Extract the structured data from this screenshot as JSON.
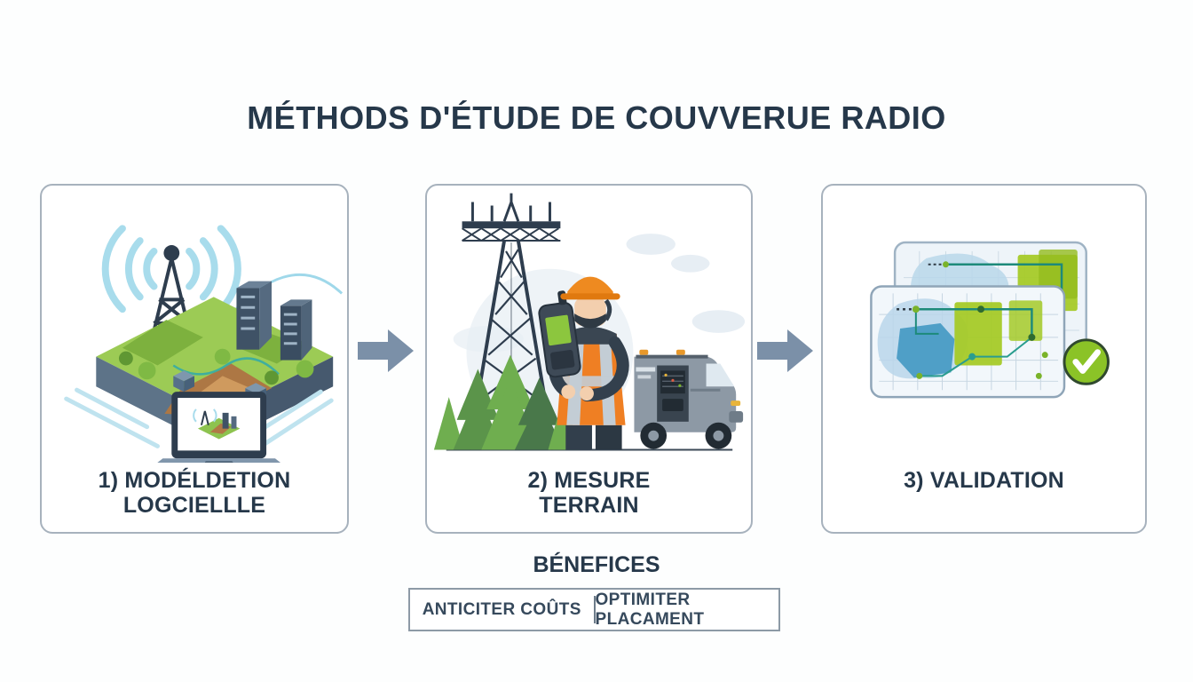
{
  "title": "MÉTHODS D'ÉTUDE DE COUVVERUE RADIO",
  "steps": [
    {
      "name": "modelisation-logicielle",
      "caption_lines": [
        "1) MODÉLDETION",
        "LOGCIELLLE"
      ],
      "illustration": "radio-tower-over-3d-terrain-with-laptop"
    },
    {
      "name": "mesure-terrain",
      "caption_lines": [
        "2) MESURE",
        "TERRAIN"
      ],
      "illustration": "technician-with-handheld-meter-tower-and-service-van"
    },
    {
      "name": "validation",
      "caption_lines": [
        "3) VALIDATION",
        ""
      ],
      "illustration": "coverage-map-cards-with-green-checkmark"
    }
  ],
  "benefits": {
    "heading": "BÉNEFICES",
    "items": [
      {
        "label": "ANTICITER COÛTS"
      },
      {
        "label": "OPTIMITER PLACAMENT"
      }
    ]
  },
  "icons": {
    "arrow_right": "➔",
    "check": "✓",
    "wifi_waves": "signal-arcs",
    "radio_tower": "lattice-mast",
    "laptop": "laptop",
    "service_van": "van",
    "pine_tree": "triangle-pine"
  },
  "colors": {
    "title_text": "#26384a",
    "panel_border": "#a7b2bd",
    "arrow": "#7b90a8",
    "accent_green": "#8bc327",
    "accent_orange": "#ee8a20",
    "wave_blue": "#a8dcec",
    "terrain_green": "#9ccb55",
    "dark_navy": "#2e3d4e",
    "map_blue": "#b9d7ea"
  }
}
